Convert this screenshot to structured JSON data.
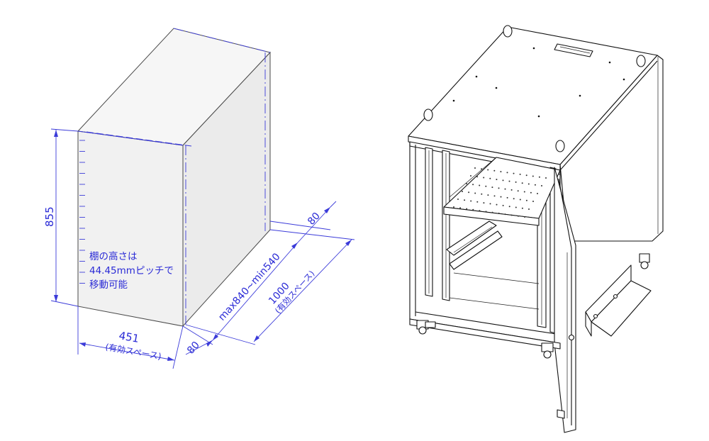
{
  "diagram": {
    "dim_height": "855",
    "dim_width": "451",
    "dim_width_note": "(有効スペース)",
    "dim_depth_total": "1000",
    "dim_depth_note": "(有効スペース)",
    "dim_depth_adjust": "max840~min540",
    "dim_front_offset": "80",
    "dim_rear_offset": "80",
    "shelf_note_line1": "棚の高さは",
    "shelf_note_line2": "44.45mmピッチで",
    "shelf_note_line3": "移動可能"
  },
  "colors": {
    "dimension": "#2b2bd6",
    "box_face_front": "#f2f2f2",
    "box_face_side": "#e9e9e9",
    "box_face_top": "#f6f6f6",
    "line_art": "#111111"
  }
}
